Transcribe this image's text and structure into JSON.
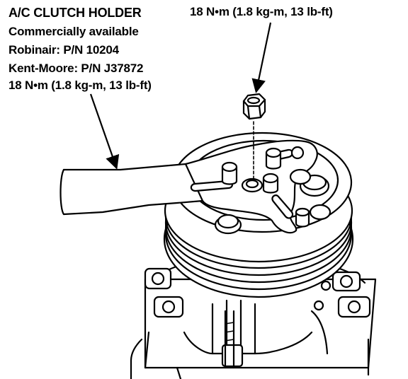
{
  "labels": {
    "tool_name": "A/C CLUTCH HOLDER",
    "availability": "Commercially available",
    "robinair_pn": "Robinair: P/N 10204",
    "kent_moore_pn": "Kent-Moore: P/N J37872",
    "torque_left": "18 N•m (1.8 kg-m, 13 lb-ft)",
    "torque_top": "18 N•m (1.8 kg-m, 13 lb-ft)"
  },
  "colors": {
    "ink": "#000000",
    "paper": "#ffffff"
  }
}
